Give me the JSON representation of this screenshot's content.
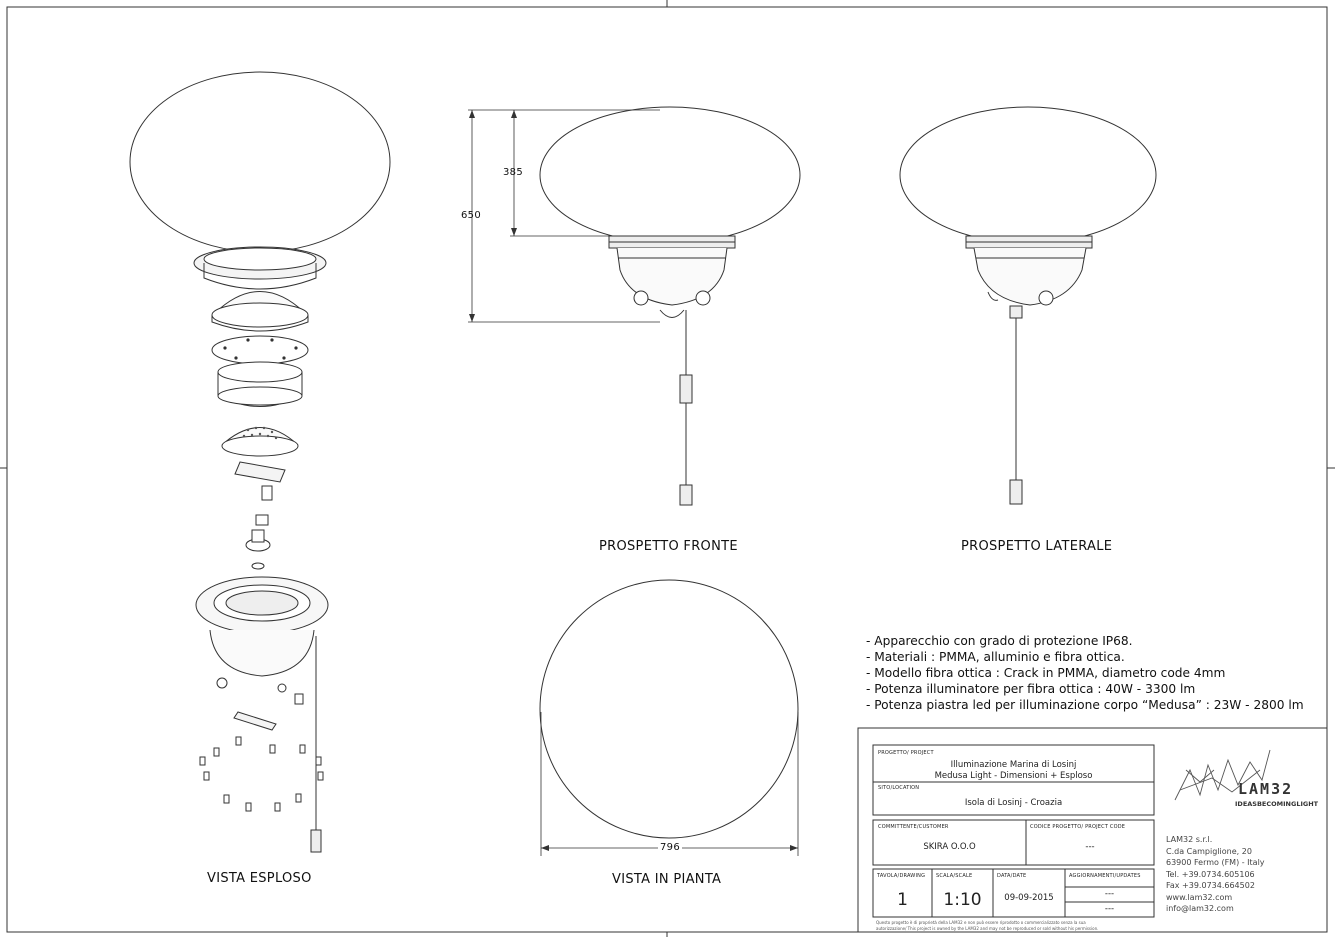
{
  "views": {
    "exploded": "VISTA ESPLOSO",
    "front": "PROSPETTO FRONTE",
    "side": "PROSPETTO LATERALE",
    "plan": "VISTA IN PIANTA"
  },
  "dimensions": {
    "height_total": "650",
    "height_globe": "385",
    "diameter": "796"
  },
  "notes": [
    "- Apparecchio con grado di protezione IP68.",
    "- Materiali : PMMA, alluminio e fibra ottica.",
    "- Modello fibra ottica : Crack in PMMA, diametro code 4mm",
    "- Potenza illuminatore per fibra ottica : 40W - 3300 lm",
    "- Potenza piastra led per illuminazione corpo “Medusa” : 23W - 2800 lm"
  ],
  "title_block": {
    "project_header": "PROGETTO/ PROJECT",
    "project_line1": "Illuminazione Marina di Losinj",
    "project_line2": "Medusa Light - Dimensioni + Esploso",
    "site_header": "SITO/LOCATION",
    "site": "Isola di Losinj - Croazia",
    "customer_header": "COMMITTENTE/CUSTOMER",
    "customer": "SKIRA O.O.O",
    "code_header": "CODICE PROGETTO/ PROJECT CODE",
    "code": "---",
    "drawing_header": "TAVOLA/DRAWING",
    "drawing": "1",
    "scale_header": "SCALA/SCALE",
    "scale": "1:10",
    "date_header": "DATA/DATE",
    "date": "09-09-2015",
    "updates_header": "AGGIORNAMENTI/UPDATES",
    "update1": "---",
    "update2": "---",
    "logo_main": "LAM32",
    "logo_tagline": "IDEASBECOMINGLIGHT",
    "company": [
      "LAM32 s.r.l.",
      "C.da Campiglione, 20",
      "63900 Fermo (FM) - Italy",
      "Tel. +39.0734.605106",
      "Fax +39.0734.664502",
      "www.lam32.com",
      "info@lam32.com"
    ],
    "legal_line1": "Questo progetto è di proprietà della LAM32 e non può essere riprodotto o commercializzato senza la sua",
    "legal_line2": "autorizzazione/ This project is owned by the LAM32 and may not be reproduced or sold without his permission."
  }
}
